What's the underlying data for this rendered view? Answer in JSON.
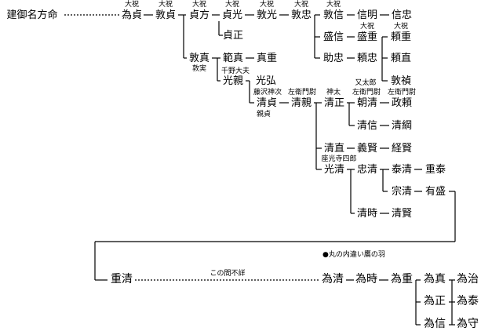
{
  "root": "建御名方命",
  "persons": {
    "tamesada": "為貞",
    "atsusada": "敦貞",
    "sadakata": "貞方",
    "sadamitsu": "貞光",
    "atsumitsu": "敦光",
    "atsutada": "敦忠",
    "atsunobu": "敦信",
    "nobuaki": "信明",
    "nobutada": "信忠",
    "sadamasa": "貞正",
    "morinobu": "盛信",
    "morishige": "盛重",
    "yorishige": "頼重",
    "yorinao": "頼直",
    "atsusada2": "敦禎",
    "suketada": "助忠",
    "yoritada": "頼忠",
    "atsuzane": "敦真",
    "norizane": "範真",
    "sanenori": "真重",
    "mitsuchika": "光親",
    "mitsuhiro": "光弘",
    "kiyosada": "清貞",
    "kiyochika": "清親",
    "kiyomasa": "清正",
    "tomokiyo": "朝清",
    "masayori": "政頼",
    "kiyonobu": "清信",
    "kiyotsuna": "清綱",
    "kiyonao": "清直",
    "yoshikata": "義賢",
    "tsunekata": "経賢",
    "mitsukiyo": "光清",
    "tadakiyo": "忠清",
    "yasukiyo": "泰清",
    "shigeyasu": "重泰",
    "munekiyo": "宗清",
    "arimori": "有盛",
    "kiyotoki": "清時",
    "kiyokata": "清賢",
    "shigekiyo": "重清",
    "tamekiyo": "為清",
    "491": "為時",
    "tameshige": "為重",
    "tamezane": "為真",
    "tameharu": "為治",
    "tamemasa": "為正",
    "tameyasu": "為泰",
    "tamenobu": "為信",
    "tamemori": "為守"
  },
  "notes": {
    "ohori": "大祝",
    "atsuzane_alias": "敦実",
    "chino": "千野大夫",
    "fujisawa": "藤沢神次",
    "saemon": "左衛門尉",
    "jinta": "神太",
    "chikasada": "親貞",
    "matataro": "又太郎",
    "zakoji": "座光寺四郎",
    "crest": "●丸の内違い鷹の羽",
    "unknown": "この間不詳"
  }
}
